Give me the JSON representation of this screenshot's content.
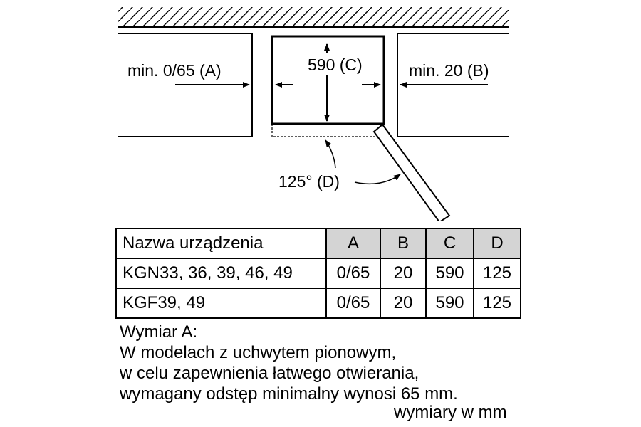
{
  "diagram": {
    "label_a": "min. 0/65 (A)",
    "label_b": "min. 20 (B)",
    "label_c": "590 (C)",
    "label_d": "125° (D)"
  },
  "table": {
    "headers": [
      "Nazwa urządzenia",
      "A",
      "B",
      "C",
      "D"
    ],
    "rows": [
      [
        "KGN33, 36, 39, 46, 49",
        "0/65",
        "20",
        "590",
        "125"
      ],
      [
        "KGF39, 49",
        "0/65",
        "20",
        "590",
        "125"
      ]
    ]
  },
  "note": {
    "lines": [
      "Wymiar A:",
      "W modelach z uchwytem pionowym,",
      "w celu zapewnienia łatwego otwierania,",
      "wymagany odstęp minimalny wynosi 65 mm."
    ],
    "units": "wymiary w mm"
  }
}
